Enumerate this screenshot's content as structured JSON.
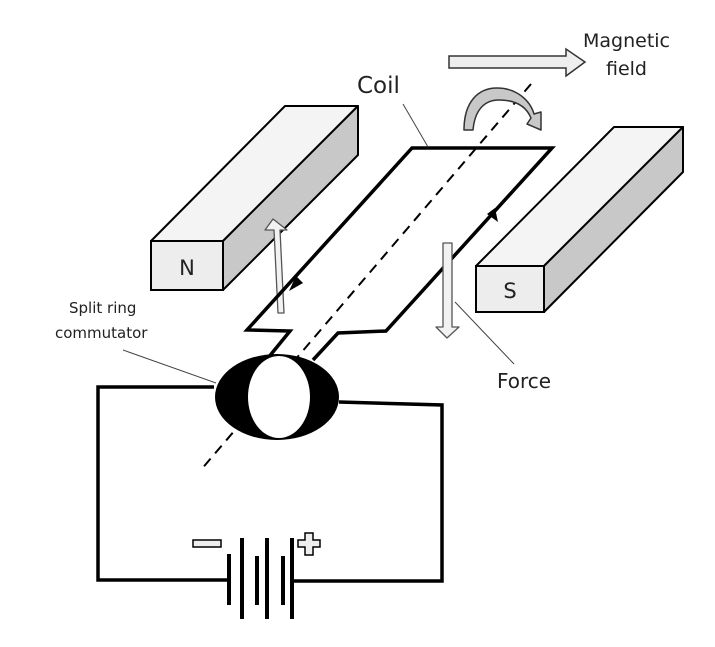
{
  "title": "DC electric motor",
  "labels": {
    "coil": "Coil",
    "magnetic_field_line1": "Magnetic",
    "magnetic_field_line2": "field",
    "commutator_line1": "Split ring",
    "commutator_line2": "commutator",
    "force": "Force",
    "north_pole": "N",
    "south_pole": "S"
  },
  "colors": {
    "stroke": "#000000",
    "magnet_front": "#ededed",
    "magnet_top": "#f4f4f4",
    "magnet_side": "#c8c8c8",
    "arrow_fill": "#eeeeee",
    "rotation_arrow_fill": "#c8c8c8",
    "text": "#222222"
  },
  "icons": {
    "battery": "battery-cells-icon",
    "minus": "minus-sign-icon",
    "plus": "plus-sign-icon",
    "rotation": "curved-rotation-arrow-icon"
  }
}
